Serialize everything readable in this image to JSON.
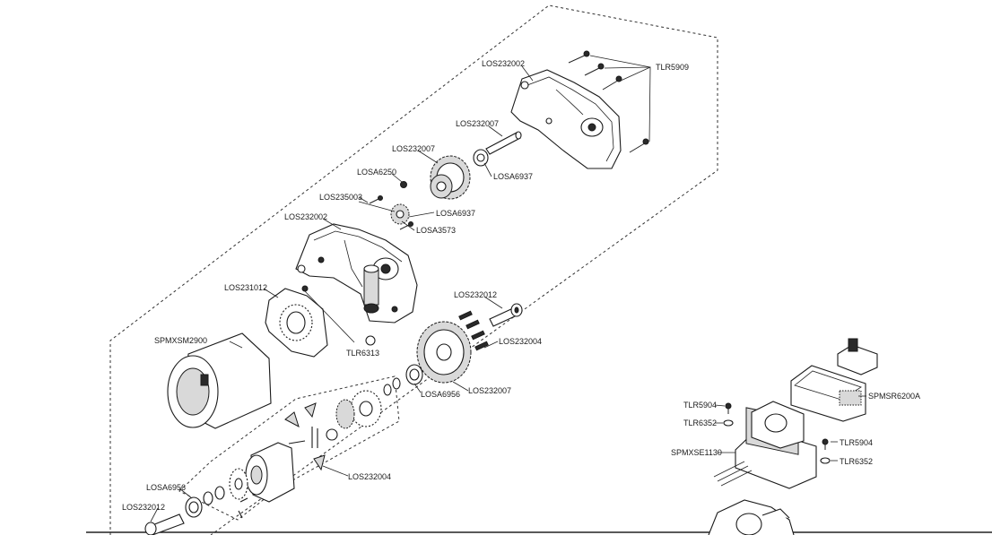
{
  "labels": {
    "los232002_top": "LOS232002",
    "tlr5909": "TLR5909",
    "los232007_shaft": "LOS232007",
    "los232007_gear": "LOS232007",
    "losa6937_a": "LOSA6937",
    "losa6250": "LOSA6250",
    "los235003": "LOS235003",
    "losa6937_b": "LOSA6937",
    "losa3573": "LOSA3573",
    "los232002_mid": "LOS232002",
    "los231012": "LOS231012",
    "los232012_top": "LOS232012",
    "spmxsm2900": "SPMXSM2900",
    "tlr6313": "TLR6313",
    "los232004_a": "LOS232004",
    "losa6956_a": "LOSA6956",
    "los232007_spur": "LOS232007",
    "los232004_b": "LOS232004",
    "losa6956_b": "LOSA6956",
    "los232012_bot": "LOS232012",
    "tlr5904_a": "TLR5904",
    "tlr6352_a": "TLR6352",
    "spmsr6200a": "SPMSR6200A",
    "spmxse1130": "SPMXSE1130",
    "tlr5904_b": "TLR5904",
    "tlr6352_b": "TLR6352"
  }
}
